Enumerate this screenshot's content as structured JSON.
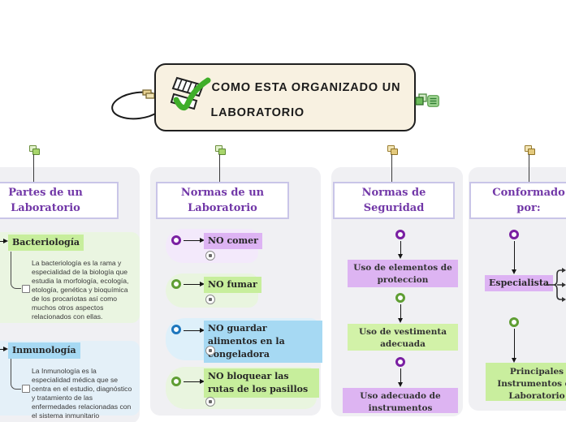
{
  "root": {
    "line1": "COMO ESTA ORGANIZADO UN",
    "line2": "LABORATORIO",
    "icon": "checklist-with-green-check"
  },
  "palette": {
    "node_bg": "#f8f1e1",
    "panel_bg": "#f0f0f3",
    "header_text": "#7238a8",
    "header_border": "#c9c5e8",
    "purple_highlight": "#ddb3f3",
    "green_highlight": "#c7ee9c",
    "blue_highlight": "#a6d9f3",
    "purple_bullet": "#7a1fa2",
    "green_bullet": "#5f9e33",
    "blue_bullet": "#1d76bd",
    "green_subpanel": "#eaf5e1",
    "blue_subpanel": "#e4f0f8",
    "check_green": "#3fae29"
  },
  "columns": [
    {
      "header": "Partes de un Laboratorio",
      "sections": [
        {
          "term": "Bacteriología",
          "definition": "La bacteriología es la rama y especialidad de la biología que estudia la morfología, ecología, etología, genética y bioquímica de los procariotas así como muchos otros aspectos relacionados con ellas."
        },
        {
          "term": "Inmunología",
          "definition": "La Inmunología es la especialidad médica que se centra en el estudio, diagnóstico y tratamiento de las enfermedades relacionadas con el sistema inmunitario"
        }
      ]
    },
    {
      "header": "Normas de un Laboratorio",
      "rules": [
        {
          "label": "NO comer"
        },
        {
          "label": "NO fumar"
        },
        {
          "label": "NO guardar alimentos en la congeladora"
        },
        {
          "label": "NO bloquear las rutas de los pasillos"
        }
      ]
    },
    {
      "header": "Normas de Seguridad",
      "steps": [
        {
          "label": "Uso de elementos de proteccion"
        },
        {
          "label": "Uso de vestimenta adecuada"
        },
        {
          "label": "Uso adecuado de instrumentos"
        }
      ]
    },
    {
      "header": "Conformado por:",
      "items": [
        {
          "label": "Especialista"
        },
        {
          "label": "Principales Instrumentos de Laboratorio"
        }
      ]
    }
  ]
}
